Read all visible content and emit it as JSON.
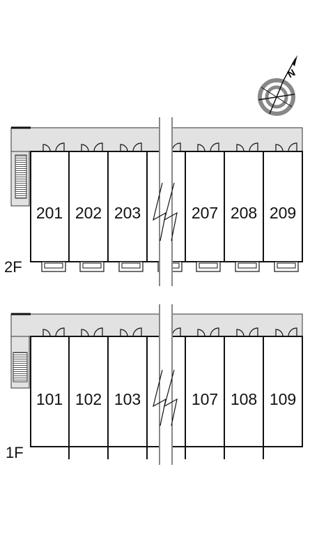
{
  "compass": {
    "north_label": "N",
    "icon": "compass-rose-icon"
  },
  "floors": [
    {
      "label": "2F",
      "units": [
        "201",
        "202",
        "203",
        "207",
        "208",
        "209"
      ]
    },
    {
      "label": "1F",
      "units": [
        "101",
        "102",
        "103",
        "107",
        "108",
        "109"
      ]
    }
  ],
  "colors": {
    "corridor": "#e2e2e2",
    "wall": "#111111",
    "compass_ring": "#888888"
  }
}
